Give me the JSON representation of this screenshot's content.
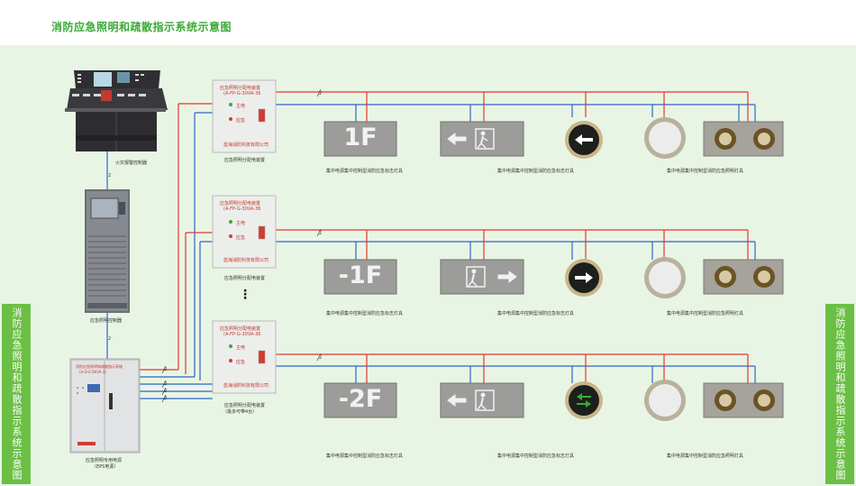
{
  "title": "消防应急照明和疏散指示系统示意图",
  "side_label": "消防应急照明和疏散指示系统示意图",
  "devices": {
    "fire_alarm_controller": "火灾报警控制器",
    "emergency_controller": "应急照明控制器",
    "distribution_box": "应急照明分配电装置",
    "distribution_box_note": "（最多可带4台）",
    "eps_power": "应急照明专用电源",
    "eps_note": "（EPS电源）",
    "box_header": "应急照明分配电装置",
    "box_model": "(A-FP-G-30VA-36",
    "box_led_main": "主电",
    "box_led_emergency": "应急",
    "box_brand": "蓝海消防科技有限公司",
    "ellipsis": "⋮",
    "wire_count": "2",
    "eps_panel_text": "消防应急照明和疏散指示系统",
    "eps_model": "(A-D-0.5KVA-3)"
  },
  "signs": {
    "row1_floor": "1F",
    "row2_floor": "-1F",
    "row3_floor": "-2F"
  },
  "fixture_labels": {
    "floor_sign": "集中电源集中控制型消防应急标志灯具",
    "exit_sign": "集中电源集中控制型消防应急标志灯具",
    "lighting": "集中电源集中控制型消防应急照明灯具"
  },
  "colors": {
    "red_wire": "#e8352e",
    "blue_wire": "#2b66c9",
    "green": "#6bbf45"
  }
}
